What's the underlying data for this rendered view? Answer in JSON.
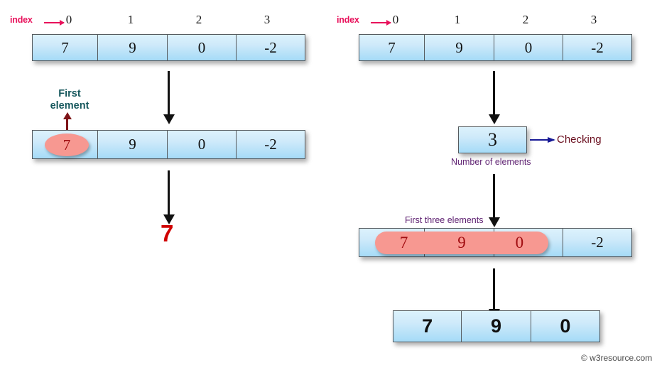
{
  "diagram": {
    "title": "Array first element and first three elements",
    "colors": {
      "cell_fill_top": "#dcf2fc",
      "cell_fill_bottom": "#a5dbf7",
      "cell_border": "#555a5e",
      "index_label": "#e8115b",
      "highlight_fill": "#f79891",
      "highlight_text": "#a10d11",
      "callout_teal": "#15575c",
      "callout_purple": "#5f2272",
      "callout_maroon": "#6b1020",
      "blue_arrow": "#181a96",
      "result_red": "#d00000",
      "arrow_black": "#111111"
    }
  },
  "left_panel": {
    "index_label": "index",
    "indices": [
      "0",
      "1",
      "2",
      "3"
    ],
    "source_array": {
      "values": [
        "7",
        "9",
        "0",
        "-2"
      ]
    },
    "highlight_array": {
      "values": [
        "7",
        "9",
        "0",
        "-2"
      ],
      "highlighted_value": "7",
      "highlighted_index": 0
    },
    "callout": {
      "line1": "First",
      "line2": "element"
    },
    "result": "7"
  },
  "right_panel": {
    "index_label": "index",
    "indices": [
      "0",
      "1",
      "2",
      "3"
    ],
    "source_array": {
      "values": [
        "7",
        "9",
        "0",
        "-2"
      ]
    },
    "count_box": {
      "value": "3",
      "caption": "Number of elements",
      "annotation": "Checking"
    },
    "highlight_array": {
      "values": [
        "7",
        "9",
        "0",
        "-2"
      ],
      "highlighted_values": [
        "7",
        "9",
        "0"
      ],
      "caption": "First three elements"
    },
    "result_array": {
      "values": [
        "7",
        "9",
        "0"
      ]
    }
  },
  "footer": {
    "watermark": "© w3resource.com"
  }
}
